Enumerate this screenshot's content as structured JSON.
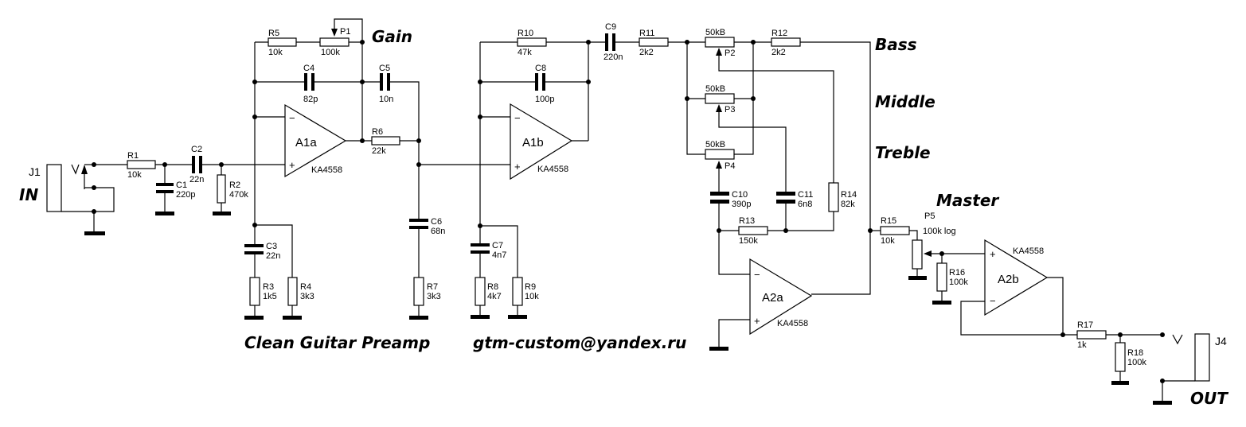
{
  "title": "Clean Guitar Preamp",
  "author_email": "gtm-custom@yandex.ru",
  "controls": {
    "gain": "Gain",
    "bass": "Bass",
    "middle": "Middle",
    "treble": "Treble",
    "master": "Master"
  },
  "io": {
    "input": {
      "ref": "J1",
      "label": "IN"
    },
    "output": {
      "ref": "J4",
      "label": "OUT"
    }
  },
  "opamps": {
    "A1a": {
      "ref": "A1a",
      "part": "KA4558"
    },
    "A1b": {
      "ref": "A1b",
      "part": "KA4558"
    },
    "A2a": {
      "ref": "A2a",
      "part": "KA4558"
    },
    "A2b": {
      "ref": "A2b",
      "part": "KA4558"
    },
    "minus": "−",
    "plus": "+"
  },
  "resistors": {
    "R1": {
      "ref": "R1",
      "value": "10k"
    },
    "R2": {
      "ref": "R2",
      "value": "470k"
    },
    "R3": {
      "ref": "R3",
      "value": "1k5"
    },
    "R4": {
      "ref": "R4",
      "value": "3k3"
    },
    "R5": {
      "ref": "R5",
      "value": "10k"
    },
    "R6": {
      "ref": "R6",
      "value": "22k"
    },
    "R7": {
      "ref": "R7",
      "value": "3k3"
    },
    "R8": {
      "ref": "R8",
      "value": "4k7"
    },
    "R9": {
      "ref": "R9",
      "value": "10k"
    },
    "R10": {
      "ref": "R10",
      "value": "47k"
    },
    "R11": {
      "ref": "R11",
      "value": "2k2"
    },
    "R12": {
      "ref": "R12",
      "value": "2k2"
    },
    "R13": {
      "ref": "R13",
      "value": "150k"
    },
    "R14": {
      "ref": "R14",
      "value": "82k"
    },
    "R15": {
      "ref": "R15",
      "value": "10k"
    },
    "R16": {
      "ref": "R16",
      "value": "100k"
    },
    "R17": {
      "ref": "R17",
      "value": "1k"
    },
    "R18": {
      "ref": "R18",
      "value": "100k"
    }
  },
  "capacitors": {
    "C1": {
      "ref": "C1",
      "value": "220p"
    },
    "C2": {
      "ref": "C2",
      "value": "22n"
    },
    "C3": {
      "ref": "C3",
      "value": "22n"
    },
    "C4": {
      "ref": "C4",
      "value": "82p"
    },
    "C5": {
      "ref": "C5",
      "value": "10n"
    },
    "C6": {
      "ref": "C6",
      "value": "68n"
    },
    "C7": {
      "ref": "C7",
      "value": "4n7"
    },
    "C8": {
      "ref": "C8",
      "value": "100p"
    },
    "C9": {
      "ref": "C9",
      "value": "220n"
    },
    "C10": {
      "ref": "C10",
      "value": "390p"
    },
    "C11": {
      "ref": "C11",
      "value": "6n8"
    }
  },
  "pots": {
    "P1": {
      "ref": "P1",
      "value": "100k"
    },
    "P2": {
      "ref": "P2",
      "value": "50kB"
    },
    "P3": {
      "ref": "P3",
      "value": "50kB"
    },
    "P4": {
      "ref": "P4",
      "value": "50kB"
    },
    "P5": {
      "ref": "P5",
      "value": "100k log"
    }
  }
}
